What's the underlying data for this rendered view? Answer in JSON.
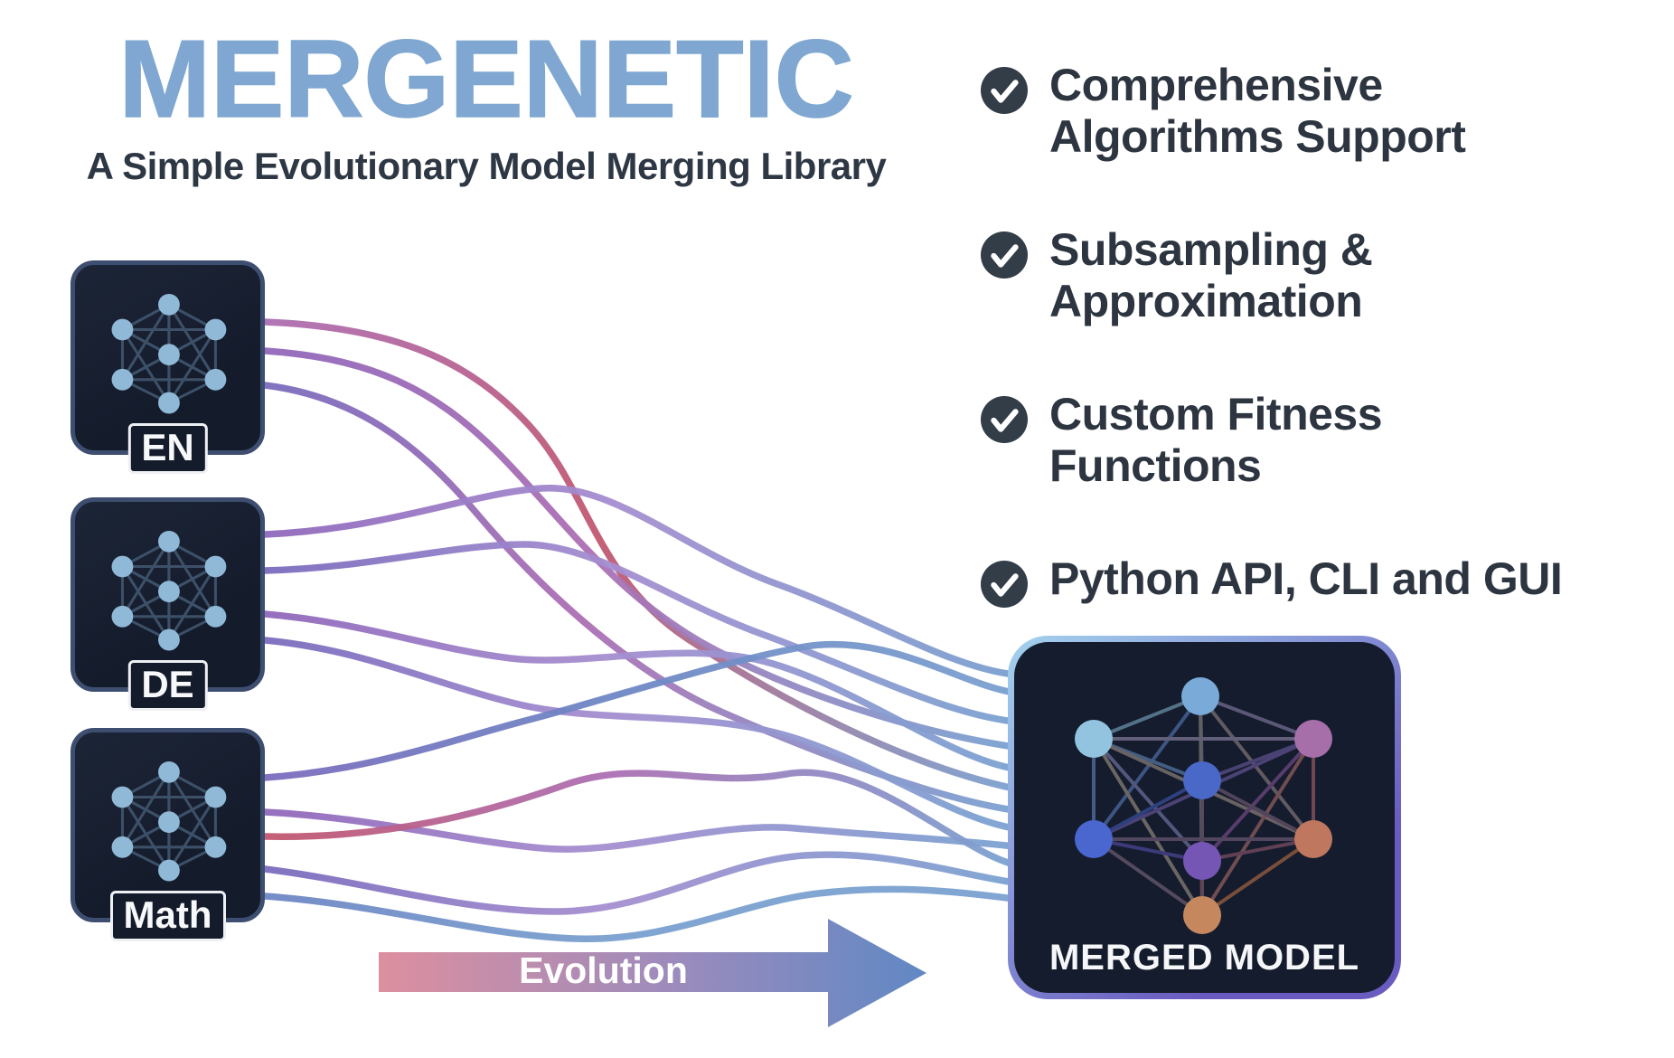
{
  "header": {
    "title": "MERGENETIC",
    "subtitle": "A Simple Evolutionary Model Merging Library"
  },
  "features": [
    {
      "lines": [
        "Comprehensive",
        "Algorithms Support"
      ]
    },
    {
      "lines": [
        "Subsampling &",
        "Approximation"
      ]
    },
    {
      "lines": [
        "Custom Fitness",
        "Functions"
      ]
    },
    {
      "lines": [
        "Python API, CLI and GUI"
      ]
    }
  ],
  "source_models": [
    {
      "label": "EN"
    },
    {
      "label": "DE"
    },
    {
      "label": "Math"
    }
  ],
  "merged_model": {
    "label": "MERGED MODEL"
  },
  "arrow": {
    "label": "Evolution"
  },
  "colors": {
    "title": "#7fa7d1",
    "subtitle": "#2e3744",
    "feature_text": "#2d3540",
    "checkmark_bg": "#333d48",
    "checkmark_glyph": "#ffffff",
    "box_bg": "#141b2b",
    "box_border": "#3e4e70",
    "mini_node": "#8fb9d6",
    "mini_edge": "#3c5068",
    "merged_border_start": "#a4d2ee",
    "merged_border_end": "#6a5bc0",
    "merged_nodes": {
      "top": "#7aabd8",
      "upper_left": "#92c4e0",
      "upper_right": "#a76fa9",
      "center": "#4968c8",
      "mid_left": "#4a66cf",
      "mid_right": "#c0775f",
      "lower_center": "#7656b4",
      "bottom": "#c5885e"
    },
    "arrow_start": "#dd8f9f",
    "arrow_mid": "#9a8bbd",
    "arrow_end": "#5f88c4",
    "line_palette": {
      "violet": "#9168bb",
      "orchid": "#ad6fb3",
      "crimson": "#c2576f",
      "periwinkle": "#7b6cbd",
      "lavender": "#a58ed0",
      "slate_blue": "#6e86c4",
      "steel_blue": "#7aa0cf",
      "blue_end": "#7ba2d1"
    }
  }
}
